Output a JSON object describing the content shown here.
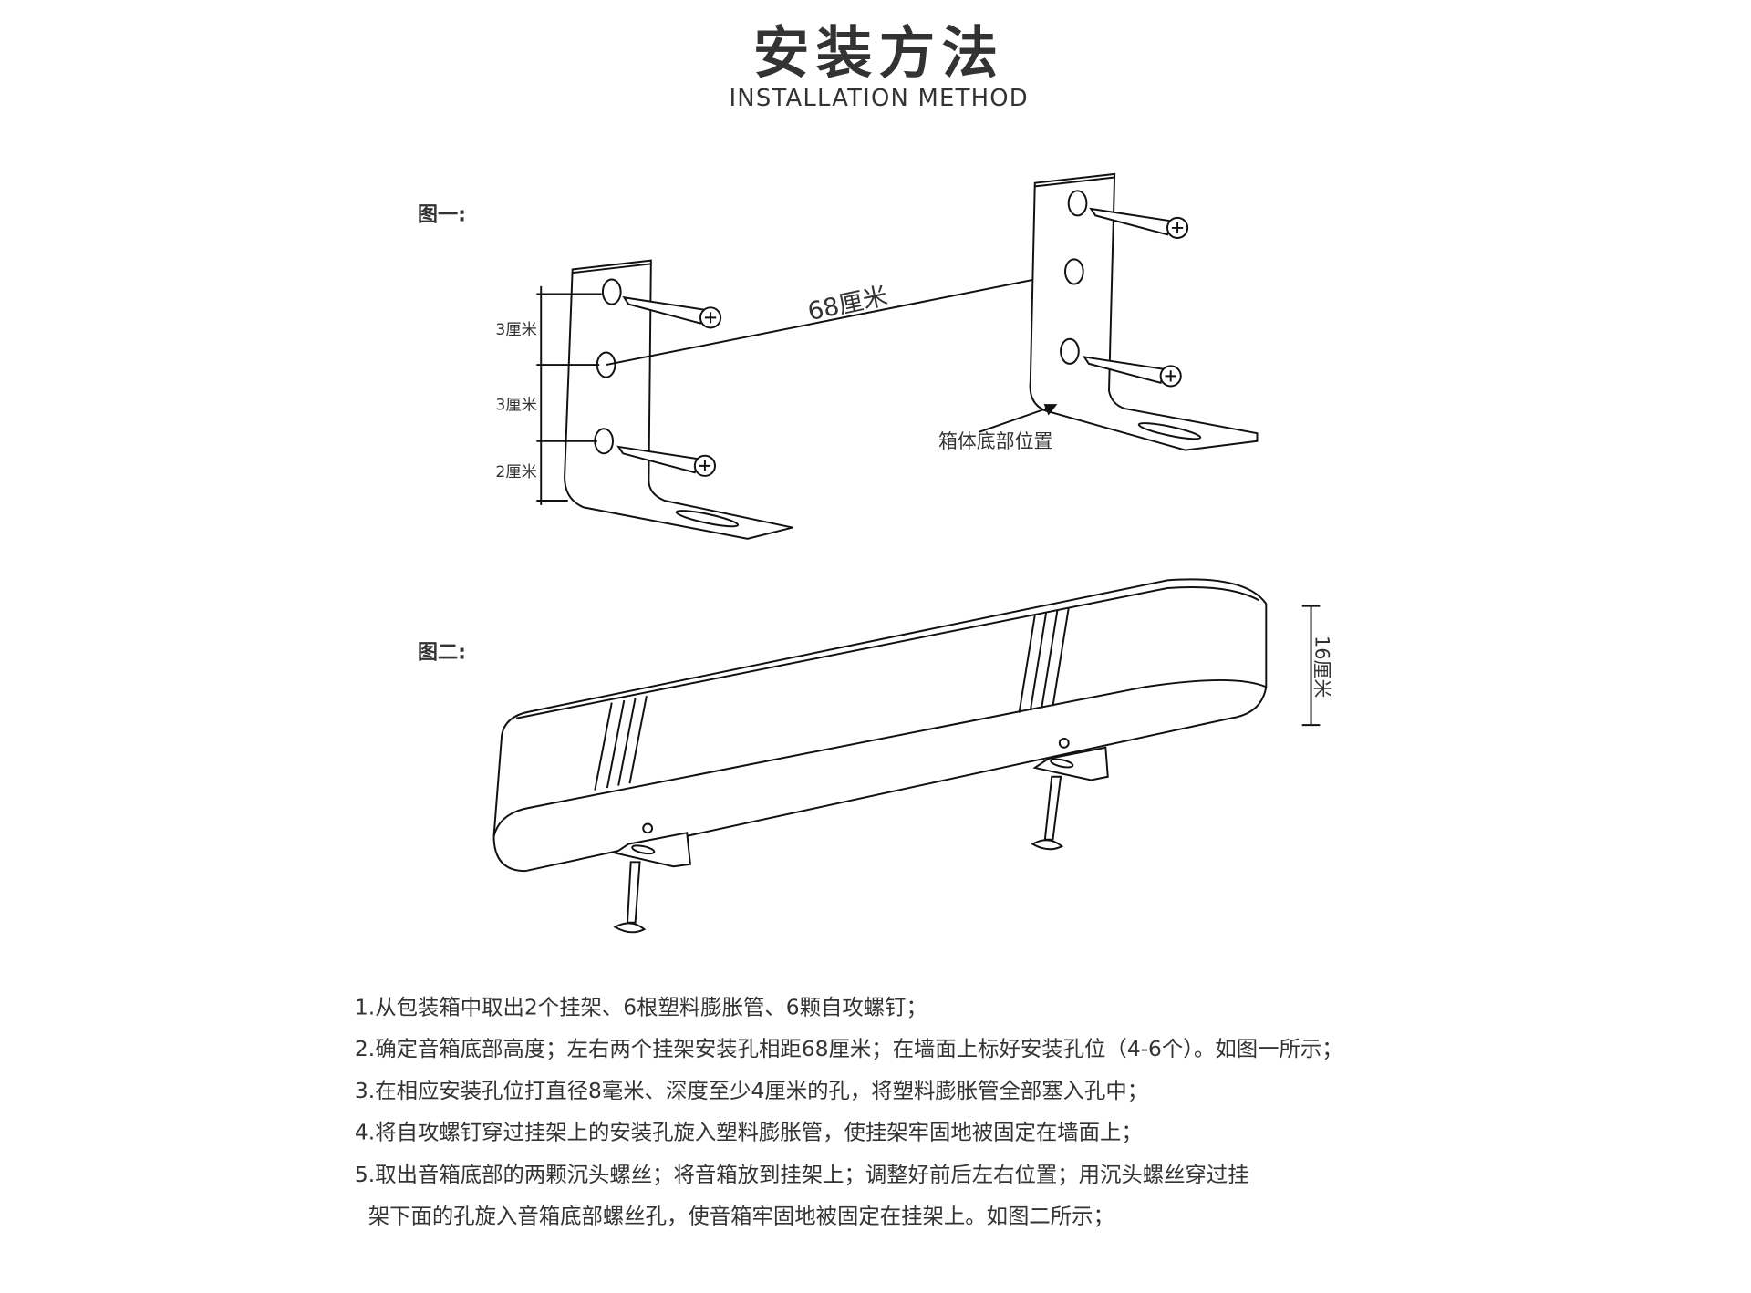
{
  "header": {
    "title": "安装方法",
    "subtitle": "INSTALLATION METHOD"
  },
  "figure1": {
    "label": "图一:",
    "distance": "68厘米",
    "spacing_labels": [
      "3厘米",
      "3厘米",
      "2厘米"
    ],
    "bottom_position": "箱体底部位置"
  },
  "figure2": {
    "label": "图二:",
    "height": "16厘米"
  },
  "steps": [
    "1.从包装箱中取出2个挂架、6根塑料膨胀管、6颗自攻螺钉；",
    "2.确定音箱底部高度；左右两个挂架安装孔相距68厘米；在墙面上标好安装孔位（4-6个）。如图一所示；",
    "3.在相应安装孔位打直径8毫米、深度至少4厘米的孔，将塑料膨胀管全部塞入孔中；",
    "4.将自攻螺钉穿过挂架上的安装孔旋入塑料膨胀管，使挂架牢固地被固定在墙面上；",
    "5.取出音箱底部的两颗沉头螺丝；将音箱放到挂架上；调整好前后左右位置；用沉头螺丝穿过挂",
    "  架下面的孔旋入音箱底部螺丝孔，使音箱牢固地被固定在挂架上。如图二所示；"
  ]
}
